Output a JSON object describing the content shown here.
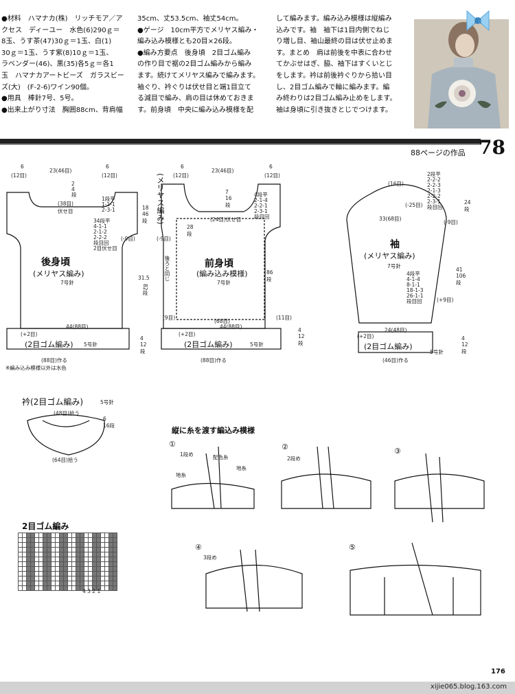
{
  "text_columns": {
    "col1": [
      {
        "text": "●材料　ハマナカ(株)　リッチモア／ア",
        "bold_prefix": ""
      },
      {
        "text": "クセス　ディーユー　水色(6)290ｇ＝"
      },
      {
        "text": "8玉、うす茶(47)30ｇ＝1玉、白(1)"
      },
      {
        "text": "30ｇ＝1玉、うす紫(8)10ｇ＝1玉、"
      },
      {
        "text": "ラベンダー(46)、黒(35)各5ｇ＝各1"
      },
      {
        "text": "玉　ハマナカアートビーズ　ガラスビー"
      },
      {
        "text": "ズ(大)　(F-2-6)ワイン90個。"
      },
      {
        "text": "●用具　棒針7号、5号。"
      },
      {
        "text": "●出来上がり寸法　胸囲88cm、背肩幅"
      }
    ],
    "col2": [
      {
        "text": "35cm、丈53.5cm、袖丈54cm。"
      },
      {
        "text": "●ゲージ　10cm平方でメリヤス編み・"
      },
      {
        "text": "編み込み模様とも20目×26段。"
      },
      {
        "text": "●編み方要点　後身頃　2目ゴム編み"
      },
      {
        "text": "の作り目で裾の2目ゴム編みから編み"
      },
      {
        "text": "ます。続けてメリヤス編みで編みます。"
      },
      {
        "text": "袖ぐり、衿ぐりは伏せ目と端1目立て"
      },
      {
        "text": "る減目で編み、肩の目は休めておきま"
      },
      {
        "text": "す。前身頃　中央に編み込み模様を配"
      }
    ],
    "col3": [
      {
        "text": "して編みます。編み込み模様は縦編み"
      },
      {
        "text": "込みです。袖　袖下は1目内側でねじ"
      },
      {
        "text": "り増し目、袖山最終の目は伏せ止めま"
      },
      {
        "text": "す。まとめ　肩は前後を中表に合わせ"
      },
      {
        "text": "てかぶせはぎ、脇、袖下はすくいとじ"
      },
      {
        "text": "をします。衿は前後衿ぐりから拾い目"
      },
      {
        "text": "し、2目ゴム編みで輪に編みます。編"
      },
      {
        "text": "み終わりは2目ゴム編み止めをします。"
      },
      {
        "text": "袖は身頃に引き抜きとじでつけます。"
      }
    ]
  },
  "header": {
    "page_ref": "88ページの作品",
    "work_number": "78",
    "logo_text": "畝"
  },
  "back": {
    "title": "後身頃",
    "subtitle": "(メリヤス編み)",
    "needle": "7号針",
    "rib_label": "(2目ゴム編み)",
    "rib_needle": "5号針",
    "top_dims": [
      "6",
      "23(46目)",
      "6"
    ],
    "top_sub": [
      "(12目)",
      "(12目)"
    ],
    "hem_count": "44(88目)",
    "hem_inc": "(+2目)",
    "cast_on": "(88目)作る",
    "side_dec": "(-9目)",
    "neck_dec": "(38目)\n伏せ目",
    "height_total": "31.5",
    "rows_total": "82段",
    "armhole": "18\n46\n段",
    "rib_h": "4\n12\n段",
    "dec_rows": "1段平\n1-1-1\n2-3-1",
    "arm_dec": "34段平\n4-1-1\n2-1-2\n2-2-2\n段目回\n2目伏せ目",
    "top_dec": "2\n4\n段",
    "note": "※編み込み模様以外は水色"
  },
  "front": {
    "title": "前身頃",
    "subtitle": "(編み込み模様)",
    "needle": "7号針",
    "side_label": "(メリヤス編み)",
    "side_note": "後ろと同じ",
    "rib_label": "(2目ゴム編み)",
    "rib_needle": "5号針",
    "top_dims": [
      "6",
      "23(46目)",
      "6"
    ],
    "top_sub": [
      "(12目)",
      "(12目)"
    ],
    "neck_center": "(24目)伏せ目",
    "neck_dec": "4段平\n2-1-4\n2-2-1\n2-3-1\n段目回",
    "neck_h": "7\n16\n段",
    "inner_h": "28\n段",
    "pattern_w": "(68目)",
    "pattern_l": "(9目)",
    "pattern_r": "(11目)",
    "pattern_h": "86\n段",
    "hem_count": "44(88目)",
    "hem_inc": "(+2目)",
    "cast_on": "(88目)作る",
    "side_dec": "(-9目)",
    "rib_h": "4\n12\n段"
  },
  "sleeve": {
    "title": "袖",
    "subtitle": "(メリヤス編み)",
    "needle": "7号針",
    "top": "(16目)",
    "cap_dec": "2段平\n2-2-2\n2-2-3\n2-1-3\n2-2-2\n2-3-1\n段目回",
    "cap_w": "(-25目)",
    "width": "33(68目)",
    "cap_h": "24\n段",
    "inc": "4段平\n4-1-4\n8-1-1\n18-1-3\n26-1-1\n段目回",
    "inc_total": "(+9目)",
    "length": "41\n106\n段",
    "cap_side": "(-9目)",
    "hem_count": "24(48目)",
    "hem_inc": "(+2目)",
    "rib_label": "(2目ゴム編み)",
    "rib_needle": "5号針",
    "cast_on": "(46目)作る",
    "rib_h": "4\n12\n段"
  },
  "collar": {
    "title": "衿(2目ゴム編み)",
    "needle": "5号針",
    "top": "(48目)拾う",
    "bottom": "(64目)拾う",
    "height": "6\n16段"
  },
  "rib_chart": {
    "title": "2目ゴム編み",
    "rows": 12,
    "cols": 24,
    "bottom_labels": "4 3 2 1"
  },
  "steps": {
    "title": "縦に糸を渡す編込み模様",
    "items": [
      {
        "no": "①",
        "notes": [
          "1段め",
          "配色糸",
          "地糸",
          "地糸"
        ]
      },
      {
        "no": "②",
        "notes": [
          "2段め"
        ]
      },
      {
        "no": "③",
        "notes": []
      },
      {
        "no": "④",
        "notes": [
          "3段め"
        ]
      },
      {
        "no": "⑤",
        "notes": []
      }
    ]
  },
  "footer": {
    "page_no": "176",
    "blog": "xijie065.blog.163.com"
  }
}
